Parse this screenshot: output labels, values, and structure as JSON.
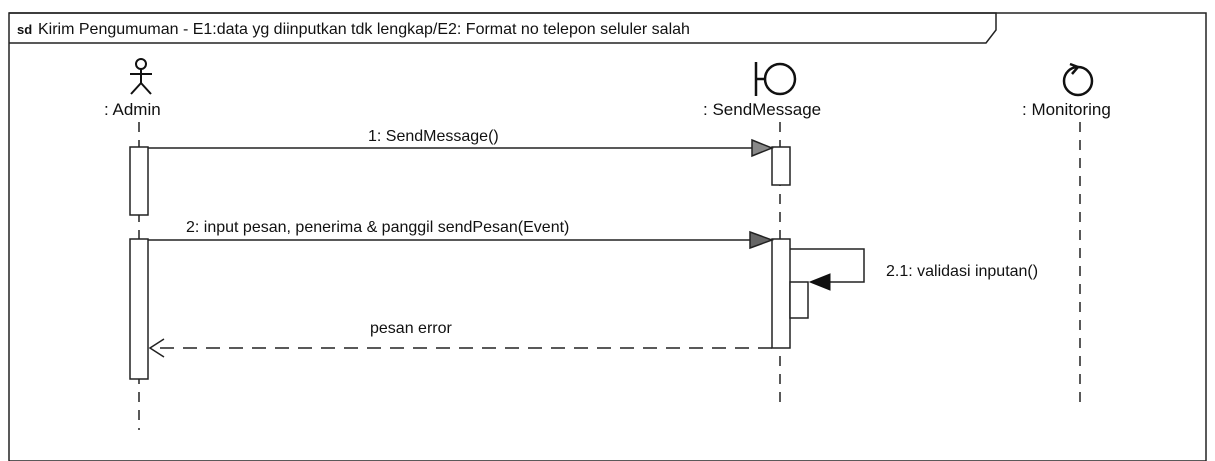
{
  "frame": {
    "keyword": "sd",
    "title": "Kirim Pengumuman - E1:data yg diinputkan tdk lengkap/E2: Format no telepon seluler salah"
  },
  "lifelines": [
    {
      "id": "admin",
      "name": ": Admin",
      "kind": "actor"
    },
    {
      "id": "sendmessage",
      "name": ": SendMessage",
      "kind": "boundary"
    },
    {
      "id": "monitoring",
      "name": ": Monitoring",
      "kind": "control"
    }
  ],
  "messages": [
    {
      "number": "1",
      "label": "1: SendMessage()",
      "from": "admin",
      "to": "sendmessage",
      "type": "synchronous"
    },
    {
      "number": "2",
      "label": "2: input pesan, penerima & panggil sendPesan(Event)",
      "from": "admin",
      "to": "sendmessage",
      "type": "synchronous"
    },
    {
      "number": "2.1",
      "label": "2.1: validasi inputan()",
      "from": "sendmessage",
      "to": "sendmessage",
      "type": "self"
    },
    {
      "number": "",
      "label": "pesan error",
      "from": "sendmessage",
      "to": "admin",
      "type": "return"
    }
  ]
}
